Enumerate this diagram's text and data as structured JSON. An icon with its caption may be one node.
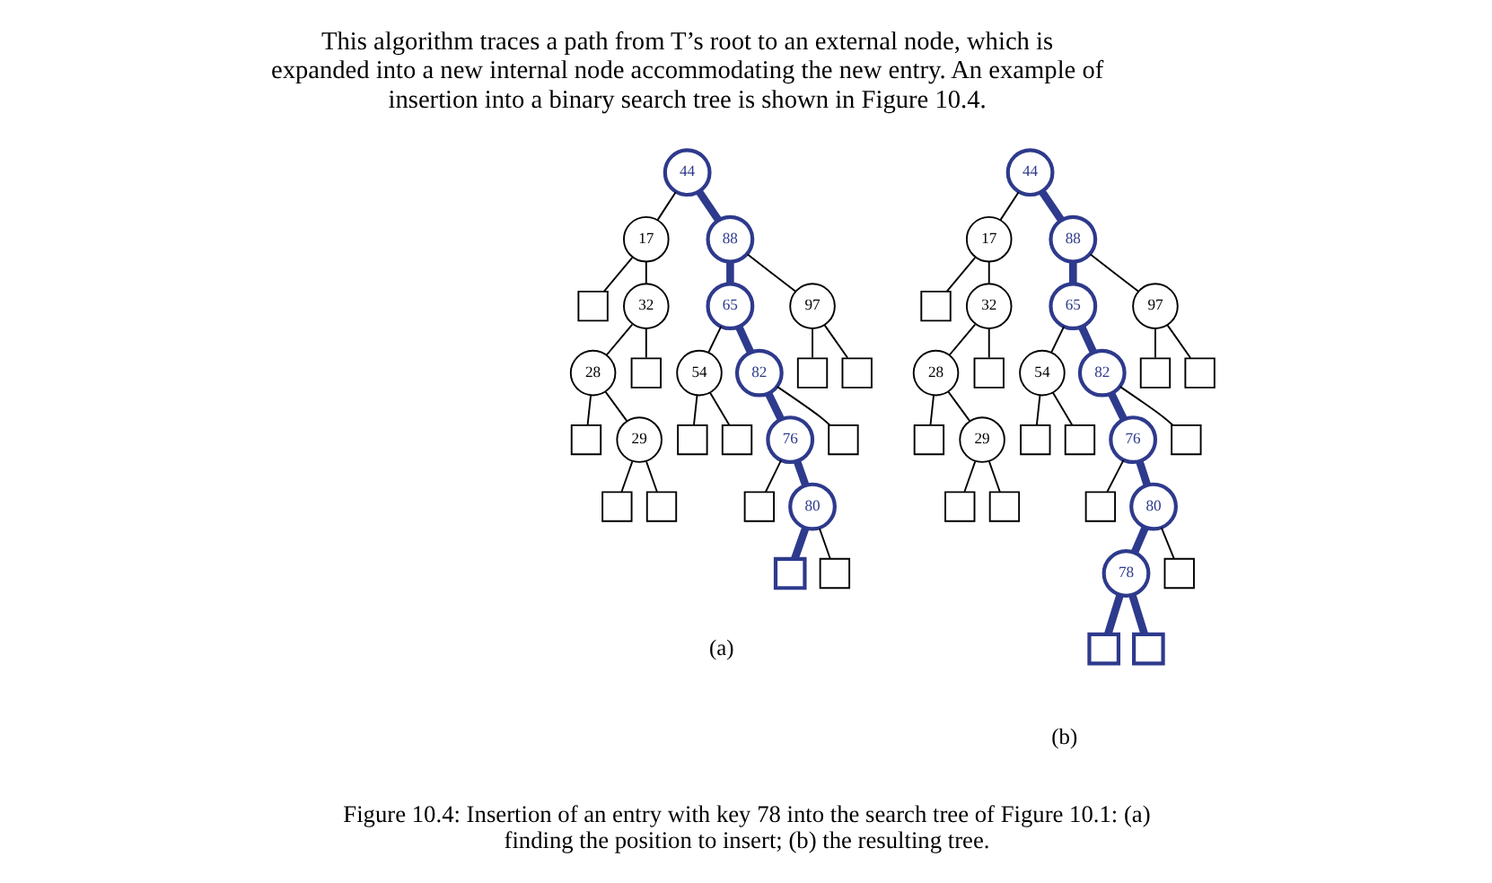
{
  "diagram": {
    "caption": "Figure 10.4: Insertion of an entry with key 78 into the search tree of Figure 10.1: (a) finding the position to insert; (b) the resulting tree.",
    "nodes": [
      {
        "text": [
          "44"
        ]
      },
      {
        "text": [
          "17"
        ]
      },
      {
        "text": [],
        "shape": "box"
      },
      {
        "text": [
          "32"
        ]
      },
      {
        "text": [
          "28"
        ]
      },
      {
        "text": [],
        "shape": "box"
      },
      {
        "text": [
          "29"
        ]
      },
      {
        "text": [],
        "shape": "box"
      },
      {
        "text": [],
        "shape": "box"
      },
      {
        "text": [],
        "shape": "box"
      },
      {
        "text": [
          "88"
        ]
      },
      {
        "text": [
          "65"
        ]
      },
      {
        "text": [
          "54"
        ]
      },
      {
        "text": [],
        "shape": "box"
      },
      {
        "text": [],
        "shape": "box"
      },
      {
        "text": [
          "82"
        ]
      },
      {
        "text": [
          "76"
        ]
      },
      {
        "text": [],
        "shape": "box"
      },
      {
        "text": [
          "80"
        ]
      },
      {
        "text": [],
        "shape": "box"
      },
      {
        "text": [],
        "shape": "box"
      },
      {
        "text": [],
        "shape": "box"
      },
      {
        "text": [
          "97"
        ]
      },
      {
        "text": [],
        "shape": "box"
      },
      {
        "text": [],
        "shape": "box"
      },
      {
        "text": [
          "44"
        ]
      },
      {
        "text": [
          "17"
        ]
      },
      {
        "text": [],
        "shape": "box"
      },
      {
        "text": [
          "32"
        ]
      },
      {
        "text": [
          "28"
        ]
      },
      {
        "text": [],
        "shape": "box"
      },
      {
        "text": [
          "29"
        ]
      },
      {
        "text": [],
        "shape": "box"
      },
      {
        "text": [],
        "shape": "box"
      },
      {
        "text": [],
        "shape": "box"
      },
      {
        "text": [
          "88"
        ]
      },
      {
        "text": [
          "65"
        ]
      },
      {
        "text": [
          "54"
        ]
      },
      {
        "text": [],
        "shape": "box"
      },
      {
        "text": [],
        "shape": "box"
      },
      {
        "text": [
          "82"
        ]
      },
      {
        "text": [
          "76"
        ]
      },
      {
        "text": [],
        "shape": "box"
      },
      {
        "text": [
          "80"
        ]
      },
      {
        "text": [
          "78"
        ]
      },
      {
        "text": [],
        "shape": "box"
      },
      {
        "text": [],
        "shape": "box"
      },
      {
        "text": [],
        "shape": "box"
      },
      {
        "text": [],
        "shape": "box"
      },
      {
        "text": [
          "97"
        ]
      },
      {
        "text": [],
        "shape": "box"
      },
      {
        "text": [],
        "shape": "box"
      }
    ],
    "edges": [
      {
        "from": 0,
        "to": 1,
        "arrow": "none"
      },
      {
        "from": 0,
        "to": 10,
        "arrow": "none",
        "style": "thick",
        "color": "#2e3a8c"
      },
      {
        "from": 1,
        "to": 2,
        "arrow": "none"
      },
      {
        "from": 1,
        "to": 3,
        "arrow": "none"
      },
      {
        "from": 3,
        "to": 4,
        "arrow": "none"
      },
      {
        "from": 3,
        "to": 9,
        "arrow": "none"
      },
      {
        "from": 4,
        "to": 5,
        "arrow": "none"
      },
      {
        "from": 4,
        "to": 6,
        "arrow": "none"
      },
      {
        "from": 6,
        "to": 7,
        "arrow": "none"
      },
      {
        "from": 6,
        "to": 8,
        "arrow": "none"
      },
      {
        "from": 10,
        "to": 11,
        "arrow": "none",
        "style": "thick",
        "color": "#2e3a8c"
      },
      {
        "from": 10,
        "to": 22,
        "arrow": "none"
      },
      {
        "from": 11,
        "to": 12,
        "arrow": "none"
      },
      {
        "from": 11,
        "to": 15,
        "arrow": "none",
        "style": "thick",
        "color": "#2e3a8c"
      },
      {
        "from": 12,
        "to": 13,
        "arrow": "none"
      },
      {
        "from": 12,
        "to": 14,
        "arrow": "none"
      },
      {
        "from": 15,
        "to": 16,
        "arrow": "none",
        "style": "thick",
        "color": "#2e3a8c"
      },
      {
        "from": 15,
        "to": 21,
        "arrow": "none"
      },
      {
        "from": 16,
        "to": 17,
        "arrow": "none"
      },
      {
        "from": 16,
        "to": 18,
        "arrow": "none",
        "style": "thick",
        "color": "#2e3a8c"
      },
      {
        "from": 18,
        "to": 19,
        "arrow": "none",
        "style": "thick",
        "color": "#2e3a8c"
      },
      {
        "from": 18,
        "to": 20,
        "arrow": "none"
      },
      {
        "from": 22,
        "to": 23,
        "arrow": "none"
      },
      {
        "from": 22,
        "to": 24,
        "arrow": "none"
      },
      {
        "from": 25,
        "to": 26,
        "arrow": "none"
      },
      {
        "from": 25,
        "to": 35,
        "arrow": "none",
        "style": "thick",
        "color": "#2e3a8c"
      },
      {
        "from": 26,
        "to": 27,
        "arrow": "none"
      },
      {
        "from": 26,
        "to": 28,
        "arrow": "none"
      },
      {
        "from": 28,
        "to": 29,
        "arrow": "none"
      },
      {
        "from": 28,
        "to": 34,
        "arrow": "none"
      },
      {
        "from": 29,
        "to": 30,
        "arrow": "none"
      },
      {
        "from": 29,
        "to": 31,
        "arrow": "none"
      },
      {
        "from": 31,
        "to": 32,
        "arrow": "none"
      },
      {
        "from": 31,
        "to": 33,
        "arrow": "none"
      },
      {
        "from": 35,
        "to": 36,
        "arrow": "none",
        "style": "thick",
        "color": "#2e3a8c"
      },
      {
        "from": 35,
        "to": 49,
        "arrow": "none"
      },
      {
        "from": 36,
        "to": 37,
        "arrow": "none"
      },
      {
        "from": 36,
        "to": 40,
        "arrow": "none",
        "style": "thick",
        "color": "#2e3a8c"
      },
      {
        "from": 37,
        "to": 38,
        "arrow": "none"
      },
      {
        "from": 37,
        "to": 39,
        "arrow": "none"
      },
      {
        "from": 40,
        "to": 41,
        "arrow": "none",
        "style": "thick",
        "color": "#2e3a8c"
      },
      {
        "from": 40,
        "to": 48,
        "arrow": "none"
      },
      {
        "from": 41,
        "to": 42,
        "arrow": "none"
      },
      {
        "from": 41,
        "to": 43,
        "arrow": "none",
        "style": "thick",
        "color": "#2e3a8c"
      },
      {
        "from": 43,
        "to": 44,
        "arrow": "none",
        "style": "thick",
        "color": "#2e3a8c"
      },
      {
        "from": 43,
        "to": 47,
        "arrow": "none"
      },
      {
        "from": 44,
        "to": 45,
        "arrow": "none",
        "style": "thick",
        "color": "#2e3a8c"
      },
      {
        "from": 44,
        "to": 46,
        "arrow": "none",
        "style": "thick",
        "color": "#2e3a8c"
      },
      {
        "from": 49,
        "to": 50,
        "arrow": "none"
      },
      {
        "from": 49,
        "to": 51,
        "arrow": "none"
      }
    ],
    "labels": [
      "This algorithm traces a path from T’s root to an external node, which is expanded into a new internal node accommodating the new entry. An example of insertion into a binary search tree is shown in Figure 10.4.",
      "(a)",
      "(b)"
    ]
  }
}
